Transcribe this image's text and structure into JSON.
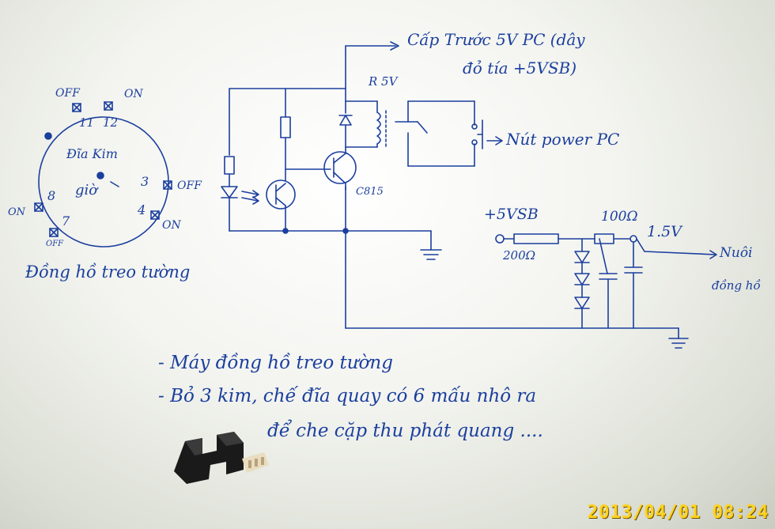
{
  "colors": {
    "ink": "#1b3f9e",
    "paper": "#f3f4ef",
    "timestamp": "#ffd21e"
  },
  "clock": {
    "off_top": "OFF",
    "on_top": "ON",
    "num_11": "11",
    "num_12": "12",
    "disk_label": "Đĩa Kim",
    "num_3": "3",
    "off_right": "OFF",
    "num_8": "8",
    "on_left": "ON",
    "hour_label": "giờ",
    "num_4": "4",
    "on_right": "ON",
    "num_7": "7",
    "off_bottom": "OFF",
    "caption": "Đồng hồ treo tường"
  },
  "circuit": {
    "cap_label_1": "Cấp Trước 5V PC (dây",
    "cap_label_2": "đỏ tía +5VSB)",
    "relay_label": "R 5V",
    "power_button_label": "Nút power PC",
    "transistor_label": "C815",
    "vsb_label": "+5VSB",
    "resistor_1": "200Ω",
    "resistor_2": "100Ω",
    "voltage": "1.5V",
    "output_1": "Nuôi",
    "output_2": "đồng hồ"
  },
  "notes": {
    "line_1": "- Máy đồng hồ treo tường",
    "line_2": "- Bỏ 3 kim, chế đĩa quay có 6 mấu nhô ra",
    "line_3": "để che cặp thu phát quang ...."
  },
  "timestamp": "2013/04/01 08:24"
}
